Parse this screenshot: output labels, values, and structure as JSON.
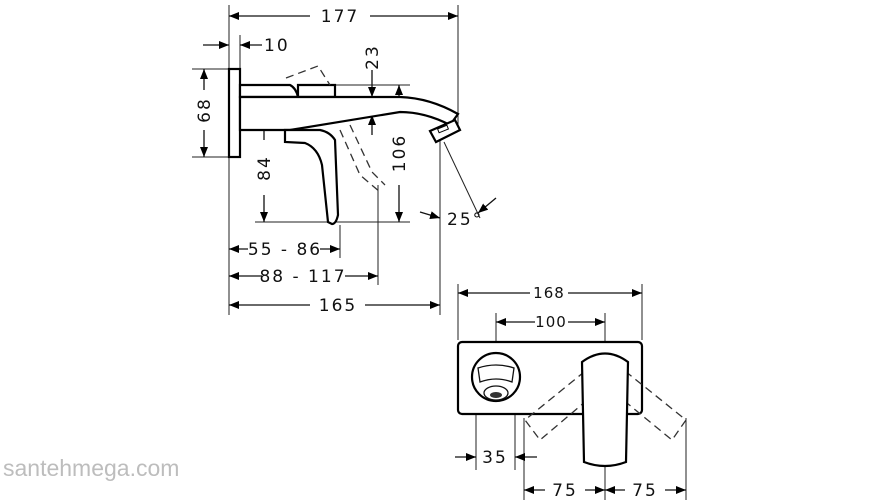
{
  "drawing": {
    "side_view": {
      "total_projection": "177",
      "plate_thickness": "10",
      "plate_height": "68",
      "spout_height": "23",
      "lever_height": "84",
      "outlet_height": "106",
      "outlet_angle": "25°",
      "lever_reach": "55 - 86",
      "lever_reach_max": "88 - 117",
      "spout_reach": "165"
    },
    "front_view": {
      "plate_width": "168",
      "center_distance": "100",
      "outlet_offset": "35",
      "lever_swing_left": "75",
      "lever_swing_right": "75"
    }
  },
  "watermark": "santehmega.com"
}
